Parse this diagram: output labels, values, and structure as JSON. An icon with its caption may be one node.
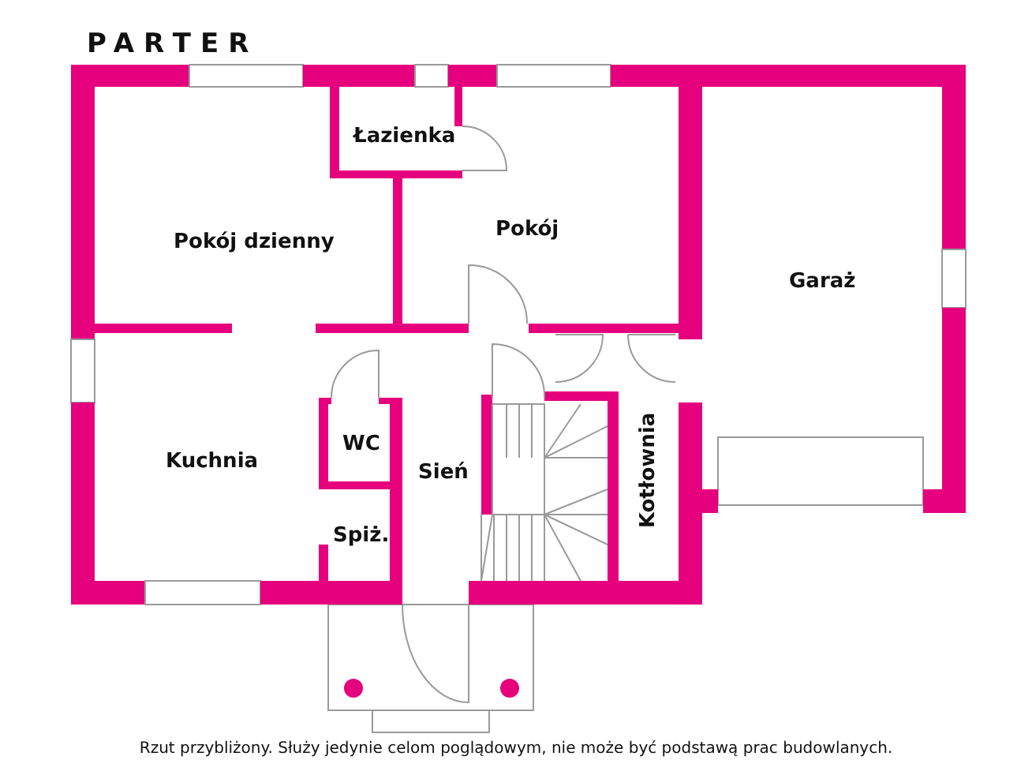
{
  "diagram": {
    "title": "PARTER",
    "caption": "Rzut przybliżony. Służy jedynie celom poglądowym, nie może być podstawą prac budowlanych.",
    "labels": [
      "Łazienka",
      "Pokój dzienny",
      "Pokój",
      "Garaż",
      "WC",
      "Kuchnia",
      "Sień",
      "Kotłownia",
      "Spiż."
    ]
  }
}
